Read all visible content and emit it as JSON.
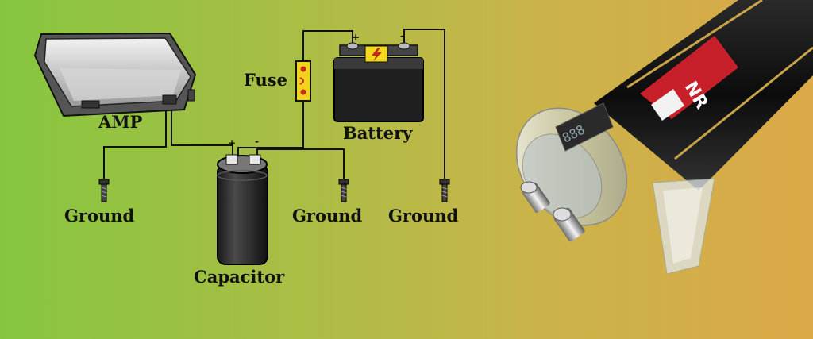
{
  "diagram": {
    "labels": {
      "amp": "AMP",
      "fuse": "Fuse",
      "battery": "Battery",
      "capacitor": "Capacitor",
      "ground_1": "Ground",
      "ground_2": "Ground",
      "ground_3": "Ground"
    },
    "terminals": {
      "battery_positive": "+",
      "battery_negative": "-",
      "cap_positive": "+",
      "cap_negative": "-"
    },
    "product_text": {
      "brand": "NR",
      "display": "888"
    },
    "colors": {
      "background_left": "#86c63f",
      "background_right": "#dba947",
      "wire": "#111111",
      "fuse": "#f3d21b",
      "battery_warning": "#f4d81c"
    },
    "icons": {
      "battery_warning": "lightning-bolt-icon",
      "ground": "ground-screw-icon"
    }
  }
}
